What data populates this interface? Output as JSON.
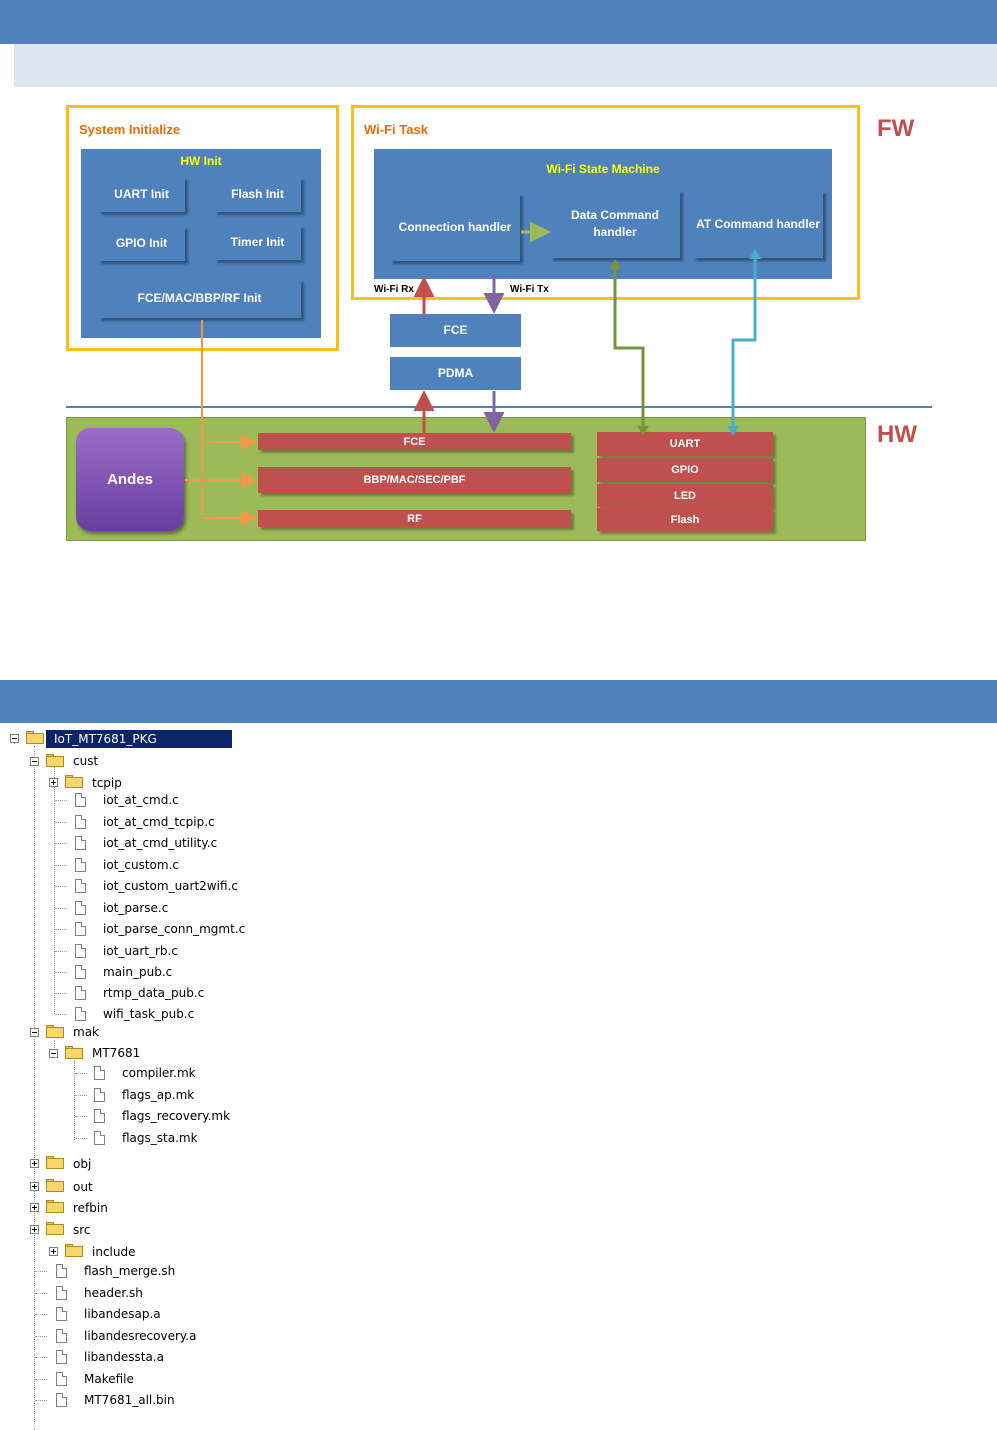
{
  "diagram": {
    "system_initialize": "System Initialize",
    "hw_init": "HW Init",
    "uart_init": "UART Init",
    "flash_init": "Flash Init",
    "gpio_init": "GPIO Init",
    "timer_init": "Timer Init",
    "fce_init": "FCE/MAC/BBP/RF Init",
    "wifi_task": "Wi-Fi Task",
    "wifi_state_machine": "Wi-Fi State Machine",
    "connection_handler": "Connection handler",
    "data_command_handler": "Data Command handler",
    "at_command_handler": "AT Command handler",
    "fw_label": "FW",
    "hw_label": "HW",
    "wifi_rx": "Wi-Fi Rx",
    "wifi_tx": "Wi-Fi Tx",
    "fce": "FCE",
    "pdma": "PDMA",
    "andes": "Andes",
    "hw_fce": "FCE",
    "hw_bbp": "BBP/MAC/SEC/PBF",
    "hw_rf": "RF",
    "uart": "UART",
    "gpio": "GPIO",
    "led": "LED",
    "flash": "Flash"
  },
  "tree": {
    "root": "IoT_MT7681_PKG",
    "items": [
      {
        "label": "cust"
      },
      {
        "label": "tcpip"
      },
      {
        "label": "iot_at_cmd.c"
      },
      {
        "label": "iot_at_cmd_tcpip.c"
      },
      {
        "label": "iot_at_cmd_utility.c"
      },
      {
        "label": "iot_custom.c"
      },
      {
        "label": "iot_custom_uart2wifi.c"
      },
      {
        "label": "iot_parse.c"
      },
      {
        "label": "iot_parse_conn_mgmt.c"
      },
      {
        "label": "iot_uart_rb.c"
      },
      {
        "label": "main_pub.c"
      },
      {
        "label": "rtmp_data_pub.c"
      },
      {
        "label": "wifi_task_pub.c"
      },
      {
        "label": "mak"
      },
      {
        "label": "MT7681"
      },
      {
        "label": "compiler.mk"
      },
      {
        "label": "flags_ap.mk"
      },
      {
        "label": "flags_recovery.mk"
      },
      {
        "label": "flags_sta.mk"
      },
      {
        "label": "obj"
      },
      {
        "label": "out"
      },
      {
        "label": "refbin"
      },
      {
        "label": "src"
      },
      {
        "label": "include"
      },
      {
        "label": "flash_merge.sh"
      },
      {
        "label": "header.sh"
      },
      {
        "label": "libandesap.a"
      },
      {
        "label": "libandesrecovery.a"
      },
      {
        "label": "libandessta.a"
      },
      {
        "label": "Makefile"
      },
      {
        "label": "MT7681_all.bin"
      }
    ]
  }
}
